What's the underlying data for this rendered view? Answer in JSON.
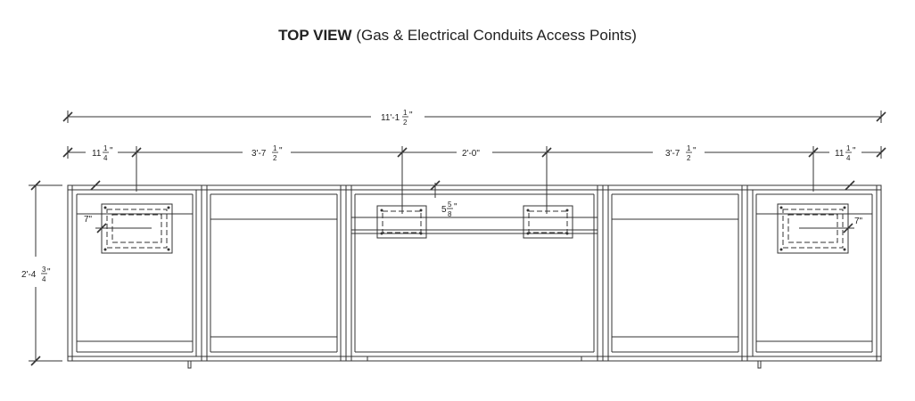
{
  "title": {
    "bold": "TOP VIEW",
    "rest": "(Gas & Electrical Conduits Access Points)"
  },
  "dimensions": {
    "overall_width": {
      "whole": "11'-1",
      "num": "1",
      "den": "2",
      "unit": "\""
    },
    "left_edge_offset": {
      "whole": "11",
      "num": "1",
      "den": "4",
      "unit": "\""
    },
    "left_section": {
      "whole": "3'-7",
      "num": "1",
      "den": "2",
      "unit": "\""
    },
    "center_section": {
      "text": "2'-0\""
    },
    "right_section": {
      "whole": "3'-7",
      "num": "1",
      "den": "2",
      "unit": "\""
    },
    "right_edge_offset": {
      "whole": "11",
      "num": "1",
      "den": "4",
      "unit": "\""
    },
    "depth": {
      "whole": "2'-4",
      "num": "3",
      "den": "4",
      "unit": "\""
    },
    "left_access_offset": {
      "text": "7\""
    },
    "right_access_offset": {
      "text": "7\""
    },
    "center_access_offset": {
      "whole": "5",
      "num": "5",
      "den": "8",
      "unit": "\""
    }
  }
}
